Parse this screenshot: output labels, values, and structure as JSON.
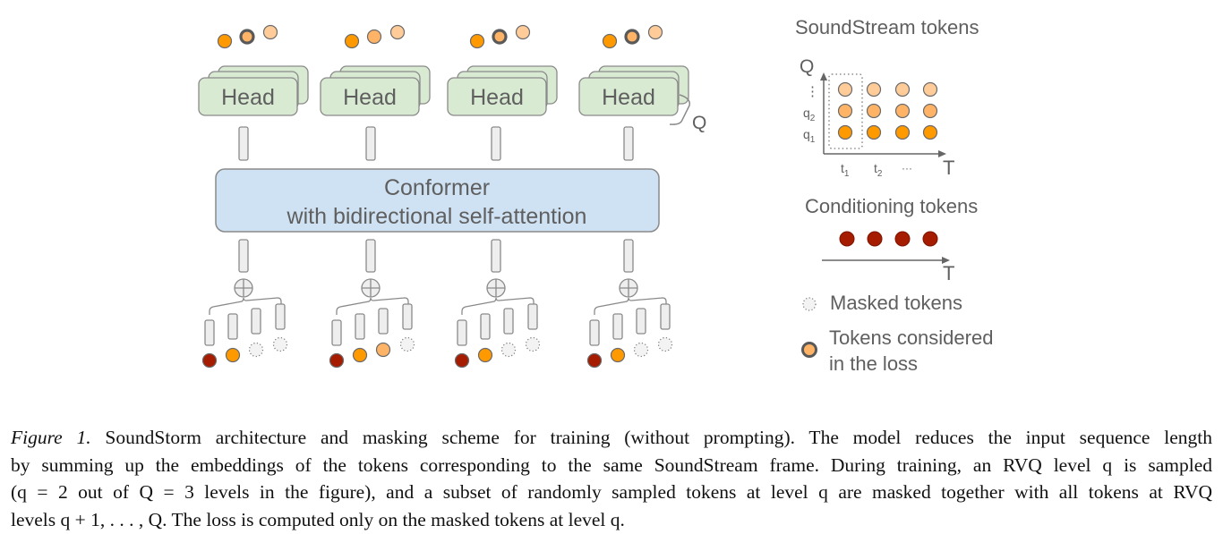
{
  "colors": {
    "q1_token": "#ff9900",
    "q2_token": "#ffb366",
    "q3_token": "#ffcc99",
    "conditioning_token": "#a61c00",
    "masked_token": "#f3f3f3",
    "head_fill": "#d9ead3",
    "conformer_fill": "#cfe2f3",
    "embedding_fill": "#eeeeee",
    "stroke": "#6f6f6f",
    "loss_ring": "#595959"
  },
  "architecture": {
    "head_label": "Head",
    "head_stack_label": "Q",
    "conformer_title": "Conformer",
    "conformer_subtitle": "with bidirectional self-attention",
    "columns": [
      {
        "outputs": [
          "q1",
          "q2-loss",
          "q3"
        ],
        "inputs": [
          "conditioning",
          "q1",
          "masked",
          "masked"
        ]
      },
      {
        "outputs": [
          "q1",
          "q2",
          "q3"
        ],
        "inputs": [
          "conditioning",
          "q1",
          "q2",
          "masked"
        ]
      },
      {
        "outputs": [
          "q1",
          "q2-loss",
          "q3"
        ],
        "inputs": [
          "conditioning",
          "q1",
          "masked",
          "masked"
        ]
      },
      {
        "outputs": [
          "q1",
          "q2-loss",
          "q3"
        ],
        "inputs": [
          "conditioning",
          "q1",
          "masked",
          "masked"
        ]
      }
    ]
  },
  "legend": {
    "soundstream_title": "SoundStream tokens",
    "q_axis": "Q",
    "t_axis": "T",
    "q_ellipsis": "⋮",
    "q_ticks": [
      {
        "base": "q",
        "sub": "2"
      },
      {
        "base": "q",
        "sub": "1"
      }
    ],
    "t_ticks": [
      {
        "base": "t",
        "sub": "1"
      },
      {
        "base": "t",
        "sub": "2"
      }
    ],
    "t_ellipsis": "···",
    "grid_rows": [
      "q3",
      "q2",
      "q1"
    ],
    "grid_cols": 4,
    "conditioning_title": "Conditioning tokens",
    "conditioning_count": 4,
    "conditioning_axis": "T",
    "masked_label": "Masked tokens",
    "loss_label_line1": "Tokens considered",
    "loss_label_line2": "in the loss"
  },
  "caption": {
    "figure_label": "Figure 1.",
    "lines": [
      " SoundStorm architecture and masking scheme for training (without prompting). The model reduces the input sequence length",
      "by summing up the embeddings of the tokens corresponding to the same SoundStream frame. During training, an RVQ level q is sampled",
      "(q = 2 out of Q = 3 levels in the figure), and a subset of randomly sampled tokens at level q are masked together with all tokens at RVQ",
      "levels q + 1, . . . , Q. The loss is computed only on the masked tokens at level q."
    ]
  }
}
